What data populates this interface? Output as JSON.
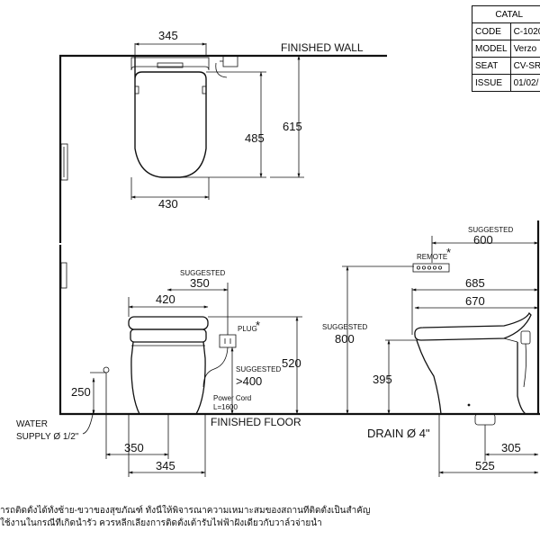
{
  "title_block": {
    "heading": "CATAL",
    "rows": [
      {
        "key": "CODE",
        "value": "C-1020"
      },
      {
        "key": "MODEL",
        "value": "Verzo"
      },
      {
        "key": "SEAT",
        "value": "CV-SR"
      },
      {
        "key": "ISSUE",
        "value": "01/02/"
      }
    ]
  },
  "top_view": {
    "wall_label": "FINISHED WALL",
    "dims": {
      "top_width": "345",
      "bottom_width": "430",
      "inner_depth": "485",
      "outer_depth": "615"
    }
  },
  "front_view": {
    "floor_label": "FINISHED FLOOR",
    "suggested": "SUGGESTED",
    "dims": {
      "w420": "420",
      "s350": "350",
      "h520": "520",
      "h250": "250",
      "b350": "350",
      "b345": "345",
      "min400": ">400"
    },
    "plug_label": "PLUG",
    "asterisk": "*",
    "power_cord_1": "Power Cord",
    "power_cord_2": "L=1600",
    "water_supply_1": "WATER",
    "water_supply_2": "SUPPLY Ø 1/2\""
  },
  "side_view": {
    "suggested": "SUGGESTED",
    "remote_label": "REMOTE",
    "asterisk": "*",
    "dims": {
      "s600": "600",
      "d685": "685",
      "d670": "670",
      "s800": "800",
      "h395": "395",
      "d305": "305",
      "d525": "525"
    },
    "drain_label": "DRAIN Ø 4\""
  },
  "notes": [
    "ารถติดตั้งได้ทั้งซ้าย-ขวาของสุขภัณฑ์ ทั้งนี้ให้พิจารณาความเหมาะสมของสถานที่ติดตั้งเป็นสำคัญ",
    "ใช้งานในกรณีที่เกิดน้ำรั่ว ควรหลีกเลี่ยงการติดตั้งเต้ารับไฟฟ้าฝังเดียวกับวาล์วจ่ายน้ำ"
  ]
}
